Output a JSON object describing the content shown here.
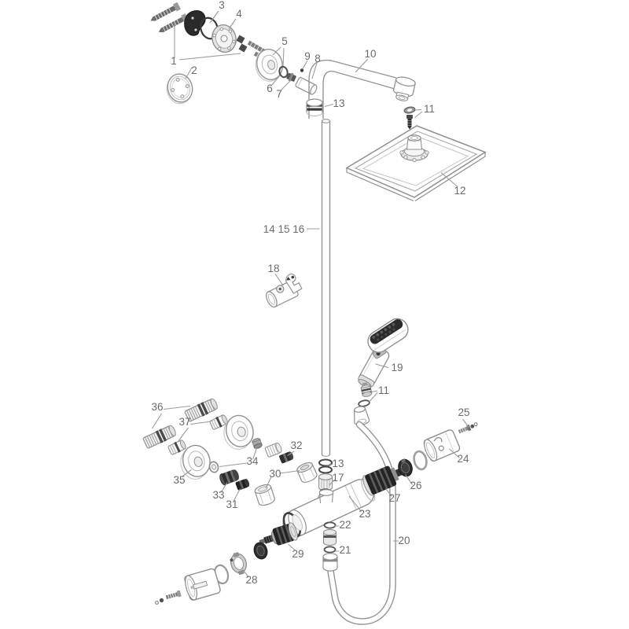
{
  "diagram": {
    "type": "exploded-parts-diagram",
    "subject": "thermostatic showerpipe with overhead shower, hand shower and thermostat",
    "colors": {
      "background": "#ffffff",
      "line": "#949494",
      "dark_part": "#262626",
      "label_text": "#6b6b6b"
    },
    "labels": {
      "p1": "1",
      "p2": "2",
      "p3": "3",
      "p4": "4",
      "p5": "5",
      "p6": "6",
      "p7": "7",
      "p8": "8",
      "p9": "9",
      "p10": "10",
      "p11a": "11",
      "p11b": "11",
      "p12": "12",
      "p13a": "13",
      "p13b": "13",
      "p141516": "14 15 16",
      "p17": "17",
      "p18": "18",
      "p19": "19",
      "p20": "20",
      "p21": "21",
      "p22": "22",
      "p23": "23",
      "p24": "24",
      "p25": "25",
      "p26": "26",
      "p27": "27",
      "p28": "28",
      "p29": "29",
      "p30": "30",
      "p31": "31",
      "p32": "32",
      "p33": "33",
      "p34": "34",
      "p35": "35",
      "p36": "36",
      "p37": "37"
    }
  }
}
